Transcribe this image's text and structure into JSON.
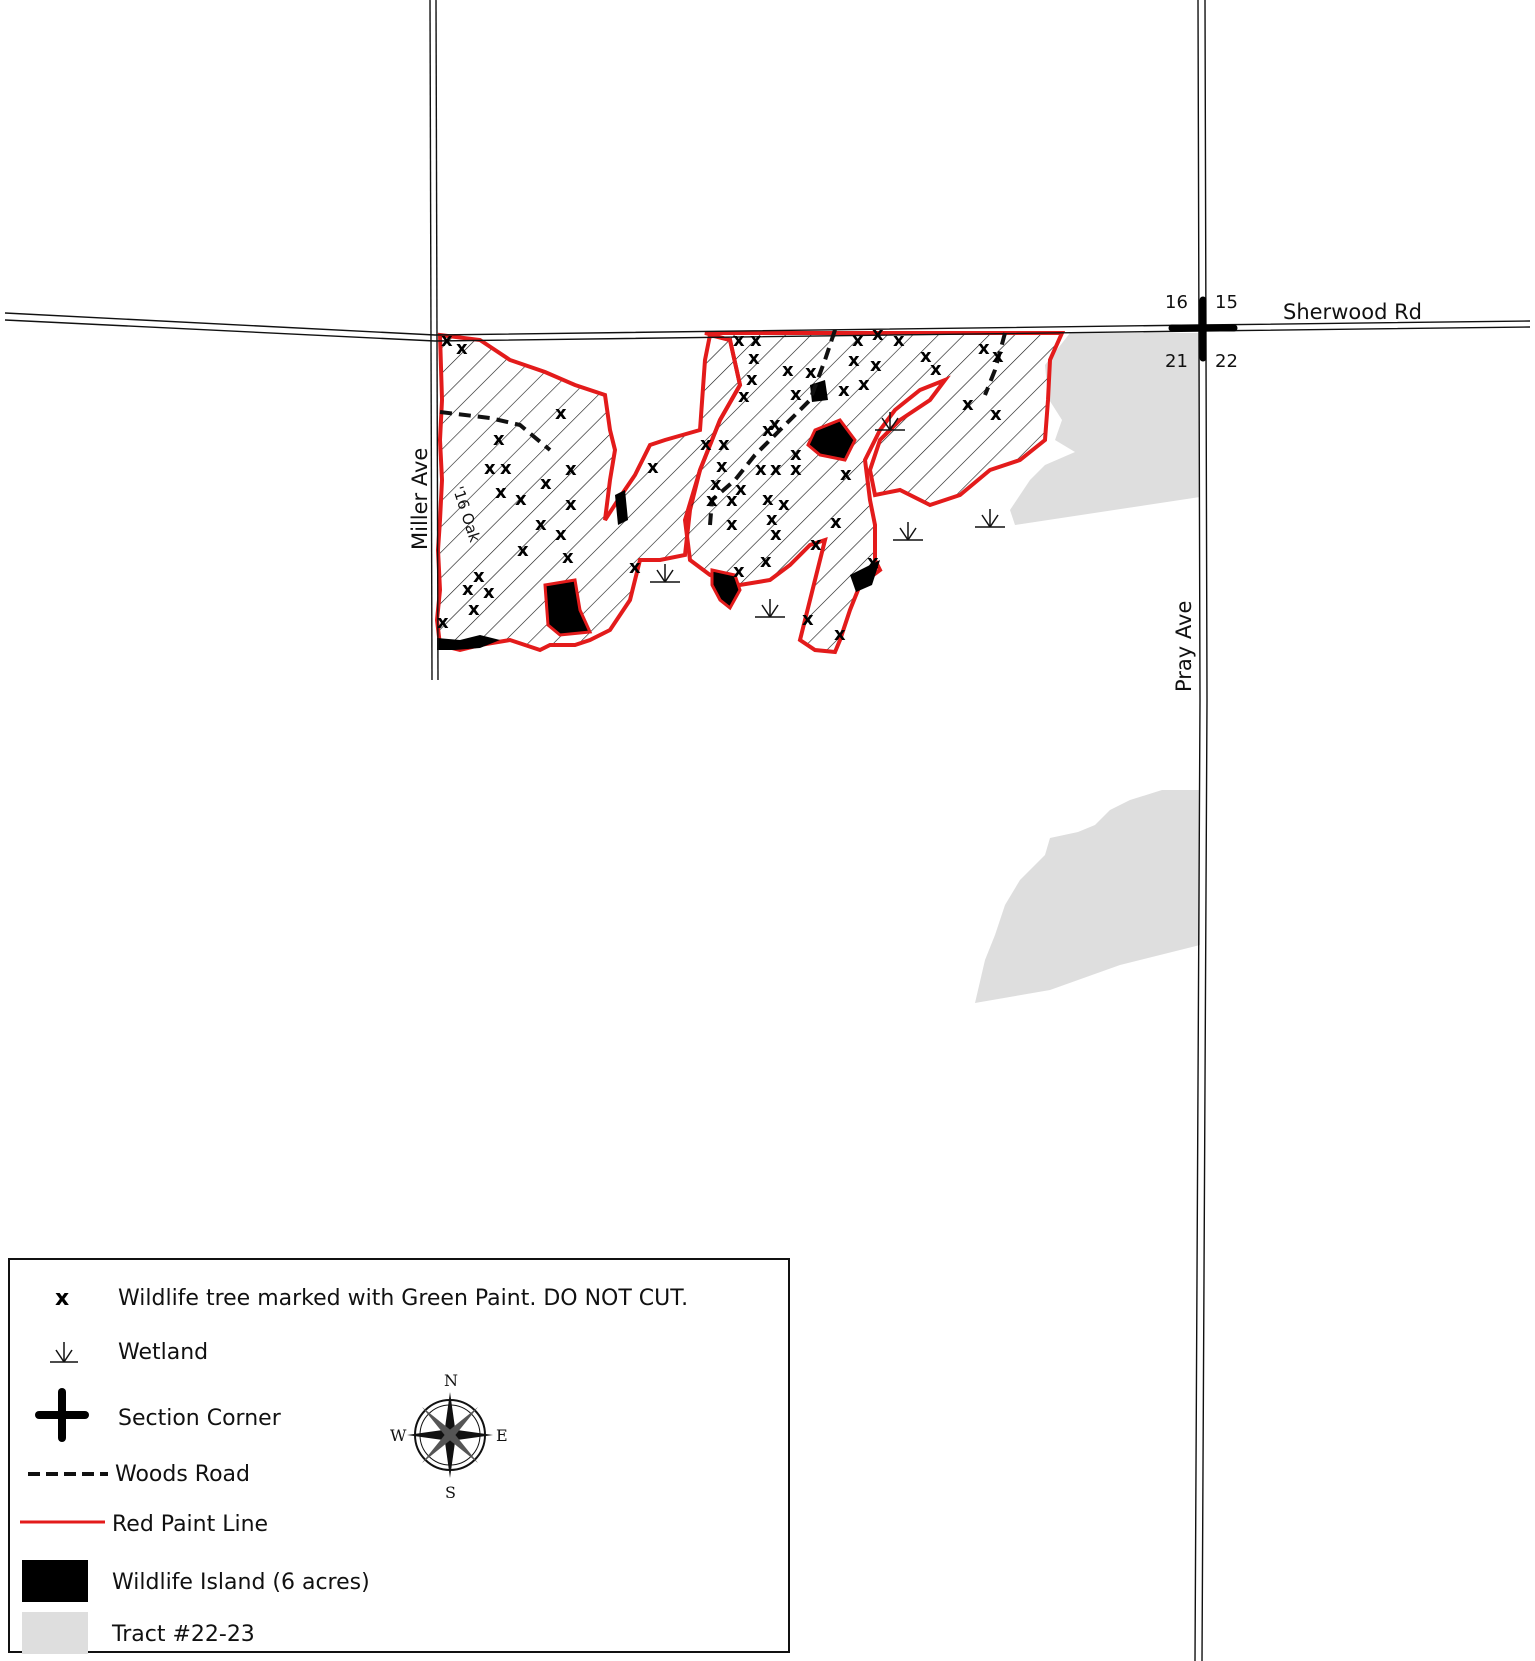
{
  "roads": {
    "sherwood": "Sherwood Rd",
    "miller": "Miller Ave",
    "pray": "Pray Ave"
  },
  "sections": {
    "nw": "16",
    "ne": "15",
    "sw": "21",
    "se": "22"
  },
  "map_labels": {
    "oak": "'16 Oak"
  },
  "colors": {
    "red_paint": "#e31b1b",
    "tract": "#dedede",
    "island": "#000000"
  },
  "legend": {
    "items": [
      {
        "symbol": "x-mark-icon",
        "label": "Wildlife tree marked with Green Paint. DO NOT CUT."
      },
      {
        "symbol": "wetland-icon",
        "label": "Wetland"
      },
      {
        "symbol": "section-corner-icon",
        "label": "Section Corner"
      },
      {
        "symbol": "dashed-line-icon",
        "label": "Woods Road"
      },
      {
        "symbol": "red-line-icon",
        "label": "Red Paint Line"
      },
      {
        "symbol": "black-box-icon",
        "label": "Wildlife Island (6 acres)"
      },
      {
        "symbol": "gray-box-icon",
        "label": "Tract #22-23"
      }
    ],
    "compass": {
      "n": "N",
      "s": "S",
      "e": "E",
      "w": "W"
    }
  }
}
